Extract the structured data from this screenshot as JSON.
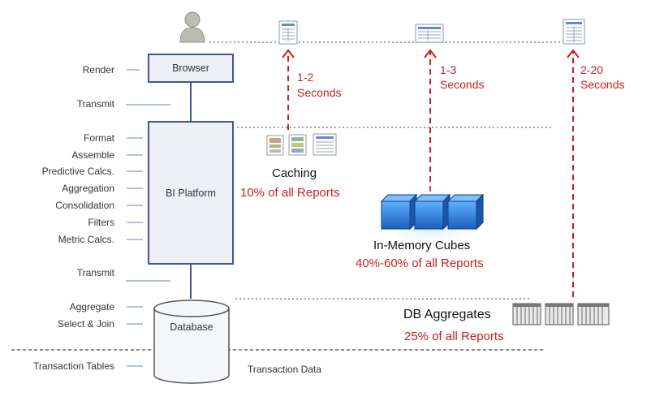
{
  "tiers": {
    "browser": "Browser",
    "bi_platform": "BI Platform",
    "database": "Database"
  },
  "left_labels": {
    "render": "Render",
    "transmit_top": "Transmit",
    "format": "Format",
    "assemble": "Assemble",
    "predictive": "Predictive Calcs.",
    "aggregation": "Aggregation",
    "consolidation": "Consolidation",
    "filters": "Filters",
    "metric": "Metric Calcs.",
    "transmit_bottom": "Transmit",
    "aggregate": "Aggregate",
    "select_join": "Select & Join",
    "transaction_tables": "Transaction Tables"
  },
  "transaction_data": "Transaction Data",
  "times": [
    {
      "range": "1-2",
      "unit": "Seconds"
    },
    {
      "range": "1-3",
      "unit": "Seconds"
    },
    {
      "range": "2-20",
      "unit": "Seconds"
    }
  ],
  "strategies": {
    "caching": {
      "title": "Caching",
      "share": "10% of all Reports"
    },
    "cubes": {
      "title": "In-Memory Cubes",
      "share": "40%-60% of all Reports"
    },
    "db_aggregates": {
      "title": "DB Aggregates",
      "share": "25% of all Reports"
    }
  },
  "icons": {
    "user": "user-icon",
    "report": "report-icon",
    "cube": "cube-icon",
    "db_table": "db-table-icon"
  },
  "colors": {
    "accent_red": "#c8201c",
    "box_border": "#3c5a8c",
    "cube_blue": "#2a7bd8"
  }
}
